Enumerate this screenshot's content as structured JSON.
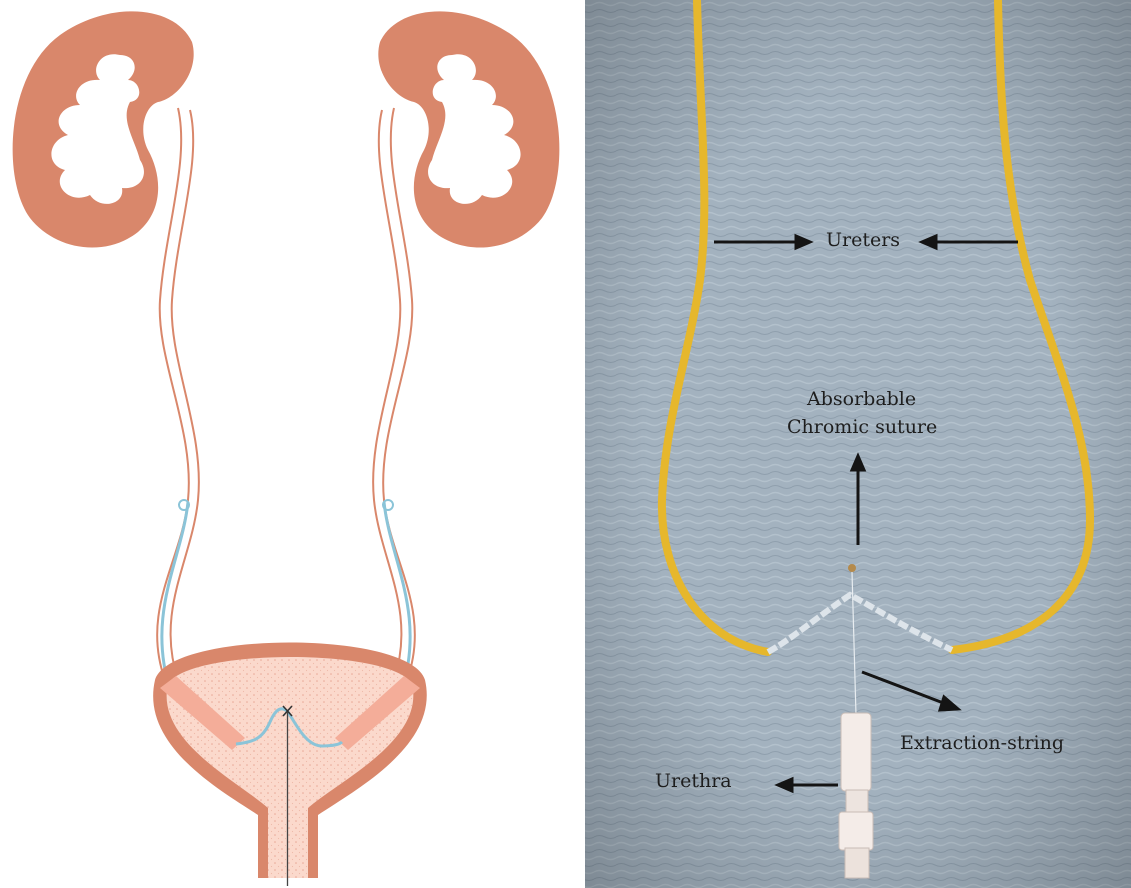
{
  "left_panel": {
    "content": "illustration of kidneys, ureters with stents and bladder",
    "colors": {
      "organ": "#d9876b",
      "bladder_fill": "#fbd9cc",
      "bladder_inner": "#f4ad99",
      "kidney_cavity": "#ffffff",
      "stent": "#8bc4d8",
      "string": "#444444"
    }
  },
  "right_panel": {
    "content": "photograph of two yellow ureteral stents joined by absorbable suture with extraction string",
    "colors": {
      "background": "#a3b2bf",
      "stent": "#e6b72c",
      "arrow": "#141414"
    },
    "labels": {
      "ureters": "Ureters",
      "suture_line1": "Absorbable",
      "suture_line2": "Chromic suture",
      "extraction_string": "Extraction-string",
      "urethra": "Urethra"
    }
  }
}
